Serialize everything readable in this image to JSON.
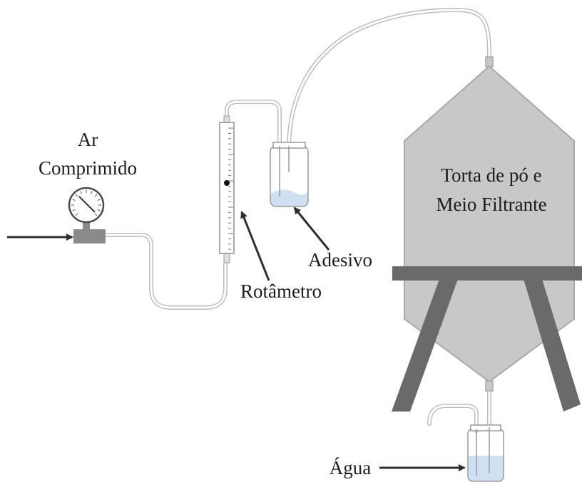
{
  "labels": {
    "compressed_air_line1": "Ar",
    "compressed_air_line2": "Comprimido",
    "rotameter": "Rotâmetro",
    "adhesive": "Adesivo",
    "filter_line1": "Torta de pó e",
    "filter_line2": "Meio Filtrante",
    "water": "Água"
  },
  "colors": {
    "vessel_fill": "#c8c8c8",
    "vessel_stroke": "#a9a9a9",
    "stand": "#6a6a6a",
    "liquid": "#cfe0f2",
    "tube": "#bdbdbd",
    "arrow": "#2f2f2f"
  }
}
